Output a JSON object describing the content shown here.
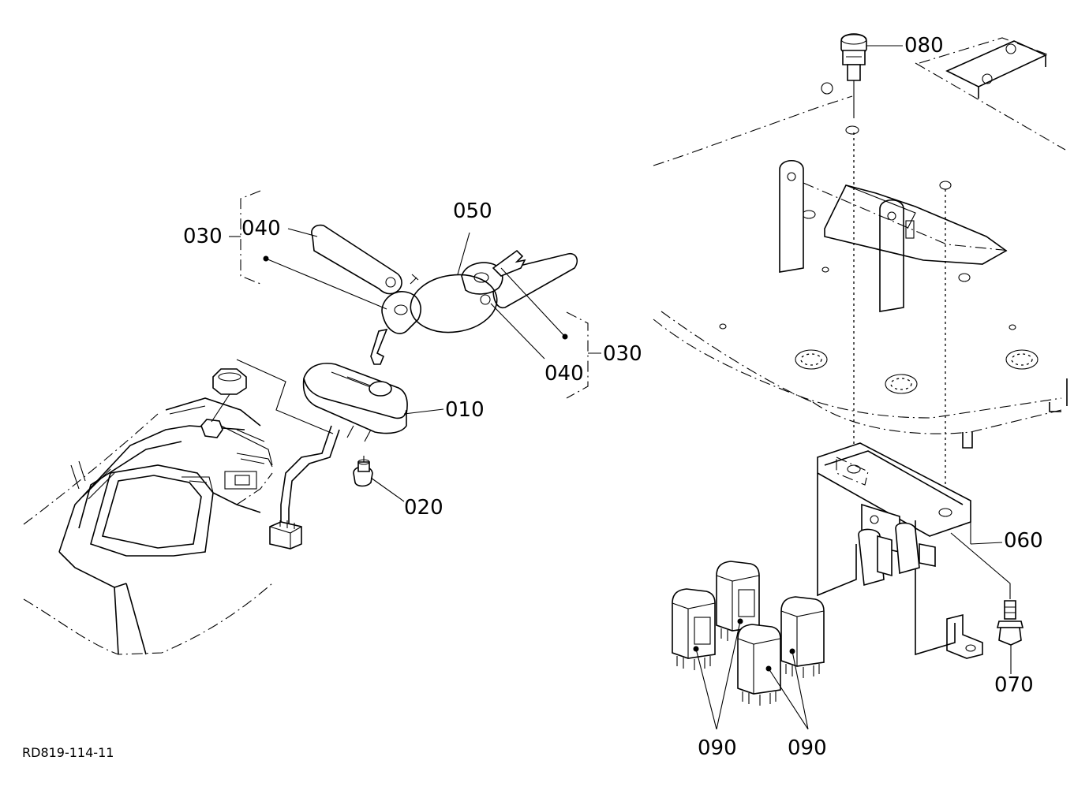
{
  "diagram": {
    "reference_code": "RD819-114-11",
    "callouts": {
      "p010": "010",
      "p020": "020",
      "p030_left": "030",
      "p030_right": "030",
      "p040_left": "040",
      "p040_right": "040",
      "p050": "050",
      "p060": "060",
      "p070": "070",
      "p080": "080",
      "p090_left": "090",
      "p090_right": "090"
    }
  }
}
